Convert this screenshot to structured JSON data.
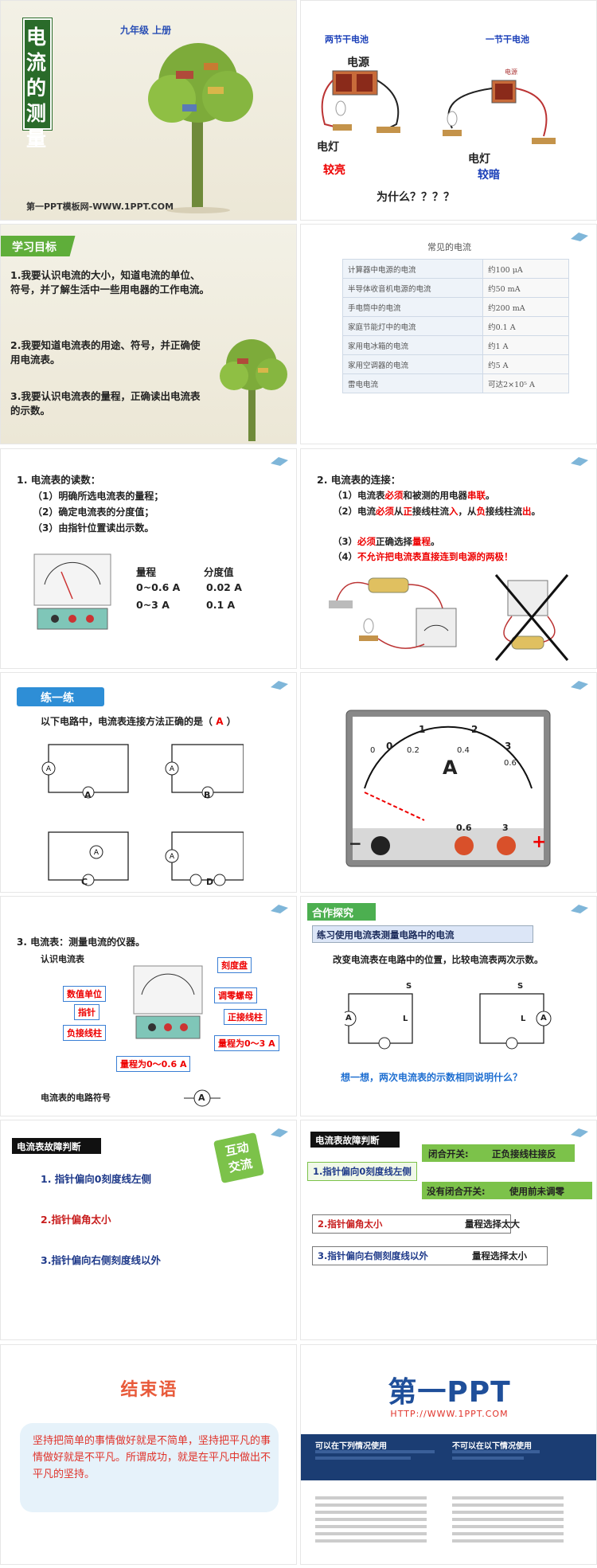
{
  "s1": {
    "title": "电流的测量",
    "grade": "九年级 上册",
    "site": "第一PPT模板网-WWW.1PPT.COM"
  },
  "s2": {
    "left_label": "两节干电池",
    "right_label": "一节干电池",
    "power1": "电源",
    "power2": "电源",
    "lamp1": "电灯",
    "lamp2": "电灯",
    "bright": "较亮",
    "dim": "较暗",
    "question": "为什么？？？？"
  },
  "s3": {
    "tag": "学习目标",
    "goal1": "1.我要认识电流的大小，知道电流的单位、符号，并了解生活中一些用电器的工作电流。",
    "goal2": "2.我要知道电流表的用途、符号，并正确使用电流表。",
    "goal3": "3.我要认识电流表的量程，正确读出电流表的示数。"
  },
  "s4": {
    "title": "常见的电流",
    "rows": [
      [
        "计算器中电源的电流",
        "约100 μA"
      ],
      [
        "半导体收音机电源的电流",
        "约50 mA"
      ],
      [
        "手电筒中的电流",
        "约200 mA"
      ],
      [
        "家庭节能灯中的电流",
        "约0.1 A"
      ],
      [
        "家用电冰箱的电流",
        "约1 A"
      ],
      [
        "家用空调器的电流",
        "约5 A"
      ],
      [
        "雷电电流",
        "可达2×10⁵ A"
      ]
    ]
  },
  "s5": {
    "head": "1. 电流表的读数：",
    "step1": "（1）明确所选电流表的量程；",
    "step2": "（2）确定电流表的分度值；",
    "step3": "（3）由指针位置读出示数。",
    "col_range": "量程",
    "col_div": "分度值",
    "r1_range": "0~0.6 A",
    "r1_div": "0.02 A",
    "r2_range": "0~3 A",
    "r2_div": "0.1 A"
  },
  "s6": {
    "head": "2. 电流表的连接：",
    "l1a": "（1）电流表",
    "l1b": "必须",
    "l1c": "和被测的用电器",
    "l1d": "串联",
    "l1e": "。",
    "l2a": "（2）电流",
    "l2b": "必须",
    "l2c": "从",
    "l2d": "正",
    "l2e": "接线柱流",
    "l2f": "入",
    "l2g": "，从",
    "l2h": "负",
    "l2i": "接线柱流",
    "l2j": "出",
    "l2k": "。",
    "l3a": "（3）",
    "l3b": "必须",
    "l3c": "正确选择",
    "l3d": "量程",
    "l3e": "。",
    "l4a": "（4）",
    "l4b": "不允许把电流表直接连到电源的两极！"
  },
  "s7": {
    "tag": "练一练",
    "q_pre": "以下电路中，电流表连接方法正确的是（ ",
    "answer": "A",
    "q_post": " ）",
    "labels": [
      "A",
      "B",
      "C",
      "D"
    ]
  },
  "s8": {
    "ticks": [
      "0",
      "1",
      "2",
      "3"
    ],
    "ticks_small": [
      "0.2",
      "0.4",
      "0.6"
    ],
    "zero": "0",
    "unit": "A",
    "term1": "0.6",
    "term2": "3",
    "minus": "−",
    "plus": "+"
  },
  "s9": {
    "head": "3. 电流表：测量电流的仪器。",
    "sub": "认识电流表",
    "dial": "刻度盘",
    "unit": "数值单位",
    "zero_adj": "调零螺母",
    "pointer": "指针",
    "pos_post": "正接线柱",
    "neg_post": "负接线柱",
    "range3": "量程为0～3 A",
    "range06": "量程为0～0.6 A",
    "symbol_label": "电流表的电路符号",
    "symbol": "A"
  },
  "s10": {
    "tag": "合作探究",
    "bar": "练习使用电流表测量电路中的电流",
    "text": "改变电流表在电路中的位置，比较电流表两次示数。",
    "s": "S",
    "l": "L",
    "a": "A",
    "think": "想一想，两次电流表的示数相同说明什么？"
  },
  "s11": {
    "tag": "电流表故障判断",
    "badge": "互动交流",
    "f1": "1. 指针偏向0刻度线左侧",
    "f2": "2.指针偏角太小",
    "f3": "3.指针偏向右侧刻度线以外"
  },
  "s12": {
    "tag": "电流表故障判断",
    "closed": "闭合开关:",
    "closed_ans": "正负接线柱接反",
    "f1": "1.指针偏向0刻度线左侧",
    "open": "没有闭合开关:",
    "open_ans": "使用前未调零",
    "f2": "2.指针偏角太小",
    "f2_ans": "量程选择太大",
    "f3": "3.指针偏向右侧刻度线以外",
    "f3_ans": "量程选择太小"
  },
  "s13": {
    "title": "结束语",
    "quote": "坚持把简单的事情做好就是不简单，坚持把平凡的事情做好就是不平凡。所谓成功，就是在平凡中做出不平凡的坚持。"
  },
  "s14": {
    "brand": "第一PPT",
    "url": "HTTP://WWW.1PPT.COM",
    "can": "可以在下列情况使用",
    "cannot": "不可以在以下情况使用"
  }
}
